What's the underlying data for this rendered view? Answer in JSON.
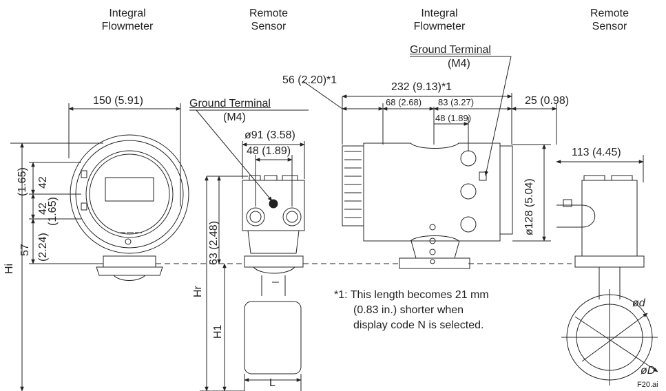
{
  "headers": [
    {
      "line1": "Integral",
      "line2": "Flowmeter"
    },
    {
      "line1": "Remote",
      "line2": "Sensor"
    },
    {
      "line1": "Integral",
      "line2": "Flowmeter"
    },
    {
      "line1": "Remote",
      "line2": "Sensor"
    }
  ],
  "ground_terminal": {
    "label": "Ground Terminal",
    "sub": "(M4)"
  },
  "dims": {
    "w150": "150 (5.91)",
    "d91": "ø91 (3.58)",
    "w48a": "48 (1.89)",
    "v42a": "42",
    "v165a": "(1.65)",
    "v42b": "42",
    "v165b": "(1.65)",
    "v57": "57",
    "v224": "(2.24)",
    "v63": "63 (2.48)",
    "hi": "Hi",
    "hr": "Hr",
    "h1": "H1",
    "l": "L",
    "w56": "56 (2.20)*1",
    "w232": "232 (9.13)*1",
    "w68": "68 (2.68)",
    "w83": "83 (3.27)",
    "w48b": "48 (1.89)",
    "w25": "25 (0.98)",
    "d128": "ø128 (5.04)",
    "w113": "113 (4.45)",
    "od": "ød",
    "oD": "øD"
  },
  "footnote": {
    "line1": "*1: This length becomes 21 mm",
    "line2": "(0.83 in.) shorter when",
    "line3": "display code N is selected."
  },
  "figure_id": "F20.ai"
}
